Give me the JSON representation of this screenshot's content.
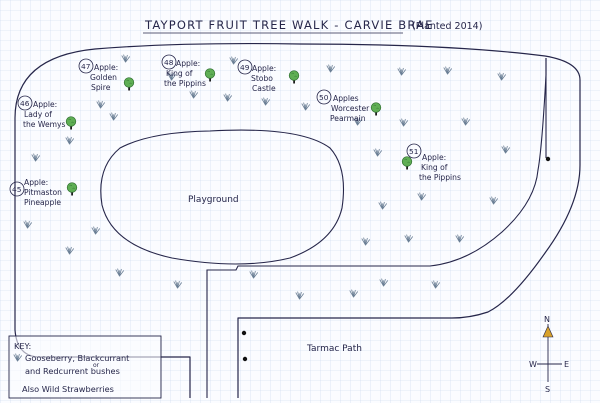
{
  "map": {
    "title": "TAYPORT FRUIT TREE WALK - CARVIE BRAE",
    "subtitle": "(Planted 2014)",
    "trees": [
      {
        "number": "47",
        "lines": [
          "Apple:",
          "Golden",
          "Spire"
        ]
      },
      {
        "number": "48",
        "lines": [
          "Apple:",
          "King of",
          "the Pippins"
        ]
      },
      {
        "number": "49",
        "lines": [
          "Apple:",
          "Stobo",
          "Castle"
        ]
      },
      {
        "number": "50",
        "lines": [
          "Apples",
          "Worcester",
          "Pearmain"
        ]
      },
      {
        "number": "46",
        "lines": [
          "Apple:",
          "Lady of",
          "the Wemys"
        ]
      },
      {
        "number": "51",
        "lines": [
          "Apple:",
          "King of",
          "the Pippins"
        ]
      },
      {
        "number": "45",
        "lines": [
          "Apple:",
          "Pitmaston",
          "Pineapple"
        ]
      }
    ],
    "playground_label": "Playground",
    "path_label": "Tarmac Path",
    "key": {
      "heading": "KEY:",
      "line1": "Gooseberry, Blackcurrant",
      "line1_sub": "or",
      "line2": "and Redcurrent bushes",
      "line3": "Also Wild Strawberries"
    },
    "compass": {
      "n": "N",
      "e": "E",
      "s": "S",
      "w": "W"
    },
    "colors": {
      "grid": "#c9d7ee",
      "ink": "#26264a",
      "tree_green": "#5fae54",
      "trunk": "#1d1d1d",
      "bush": "#6b7f95",
      "compass_arrow": "#d8a12a"
    }
  }
}
